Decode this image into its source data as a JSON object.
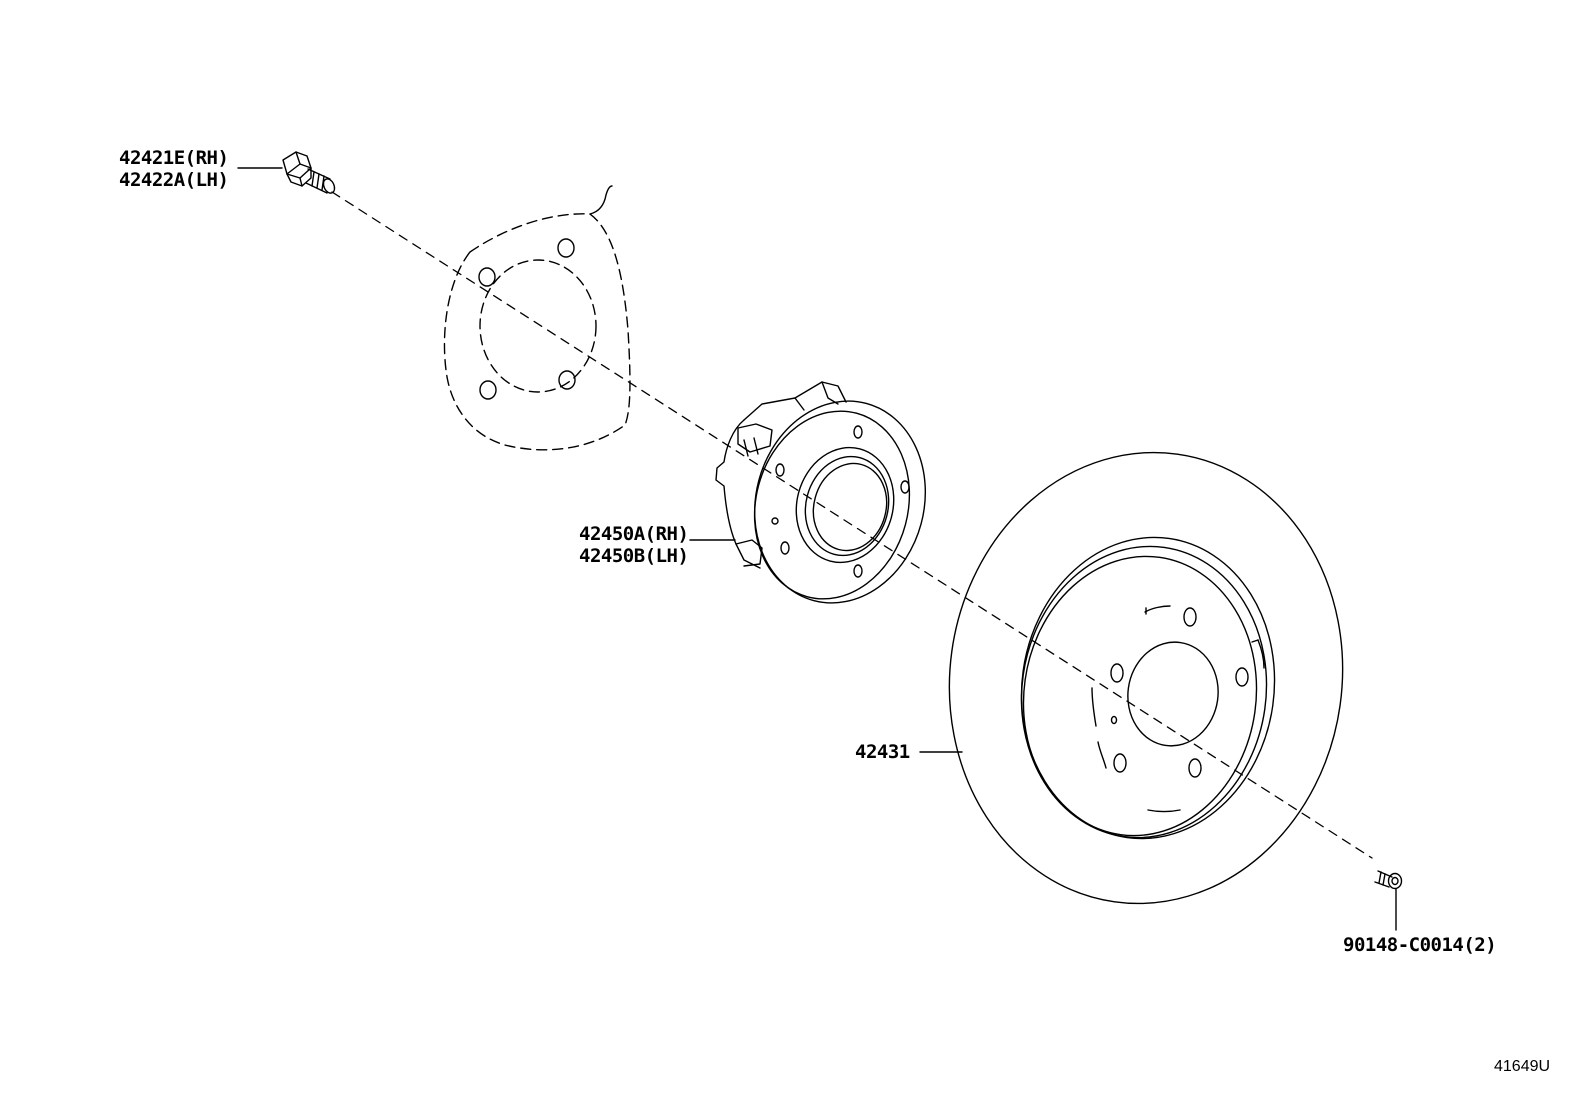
{
  "labels": {
    "bolt_rh": "42421E(RH)",
    "bolt_lh": "42422A(LH)",
    "hub_rh": "42450A(RH)",
    "hub_lh": "42450B(LH)",
    "disc": "42431",
    "screw": "90148-C0014(2)",
    "diagram_id": "41649U"
  },
  "colors": {
    "line": "#000000",
    "background": "#ffffff"
  }
}
